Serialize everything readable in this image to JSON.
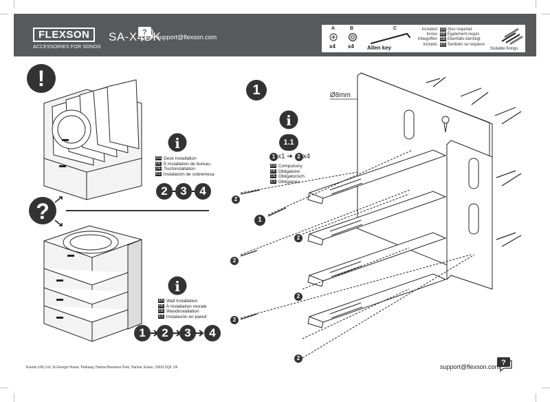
{
  "header": {
    "brand": "FLEXSON",
    "tagline": "ACCESSORIES FOR SONOS",
    "model": "SA-X4DK",
    "support_email": "support@flexson.com",
    "parts": [
      {
        "letter": "A",
        "qty": "x4"
      },
      {
        "letter": "B",
        "qty": "x4"
      },
      {
        "letter": "C",
        "name": "Allen key"
      }
    ],
    "included": [
      {
        "lang": "",
        "text": "Included"
      },
      {
        "lang": "",
        "text": "Inclus"
      },
      {
        "lang": "",
        "text": "Inbegriffen"
      },
      {
        "lang": "",
        "text": "Incluido"
      }
    ],
    "also_required": [
      {
        "lang": "EN",
        "text": "Also required"
      },
      {
        "lang": "FR",
        "text": "Également requis"
      },
      {
        "lang": "DE",
        "text": "Ebenfalls benötigt"
      },
      {
        "lang": "ES",
        "text": "También se requiere"
      }
    ],
    "fixings_label": "Suitable fixings"
  },
  "desk": {
    "warning_symbol": "!",
    "info_symbol": "i",
    "labels": [
      {
        "lang": "EN",
        "text": "Desk Installation"
      },
      {
        "lang": "FR",
        "text": "À Installation de bureau"
      },
      {
        "lang": "DE",
        "text": "Tischinstallation"
      },
      {
        "lang": "ES",
        "text": "Instalación de sobremesa"
      }
    ],
    "steps": [
      "2",
      "3",
      "4"
    ]
  },
  "question_symbol": "?",
  "wall": {
    "info_symbol": "i",
    "labels": [
      {
        "lang": "EN",
        "text": "Wall Installation"
      },
      {
        "lang": "FR",
        "text": "À Installation murale"
      },
      {
        "lang": "DE",
        "text": "Wandinstallation"
      },
      {
        "lang": "ES",
        "text": "Instalación en pared"
      }
    ],
    "steps": [
      "1",
      "2",
      "3",
      "4"
    ]
  },
  "step_one": {
    "number": "1",
    "drill_label": "Ø8mm",
    "sub_step": "1.1",
    "parts_formula": [
      "1",
      "x1",
      "2",
      "x4"
    ],
    "labels": [
      {
        "lang": "EN",
        "text": "Compulsory"
      },
      {
        "lang": "FR",
        "text": "Obligatoire"
      },
      {
        "lang": "DE",
        "text": "Obligatorisch"
      },
      {
        "lang": "ES",
        "text": "Obligatorio"
      }
    ],
    "callouts": [
      "2",
      "1",
      "2",
      "2",
      "2",
      "2",
      "2",
      "2"
    ]
  },
  "footer": {
    "address": "Exertis (UK) Ltd, St George House, Parkway, Harlow Business Park, Harlow, Essex, CM19 5QF, UK",
    "support_email": "support@flexson.com"
  },
  "colors": {
    "header_bg": "#58595b",
    "ink": "#222222",
    "icon_bg": "#333333"
  }
}
